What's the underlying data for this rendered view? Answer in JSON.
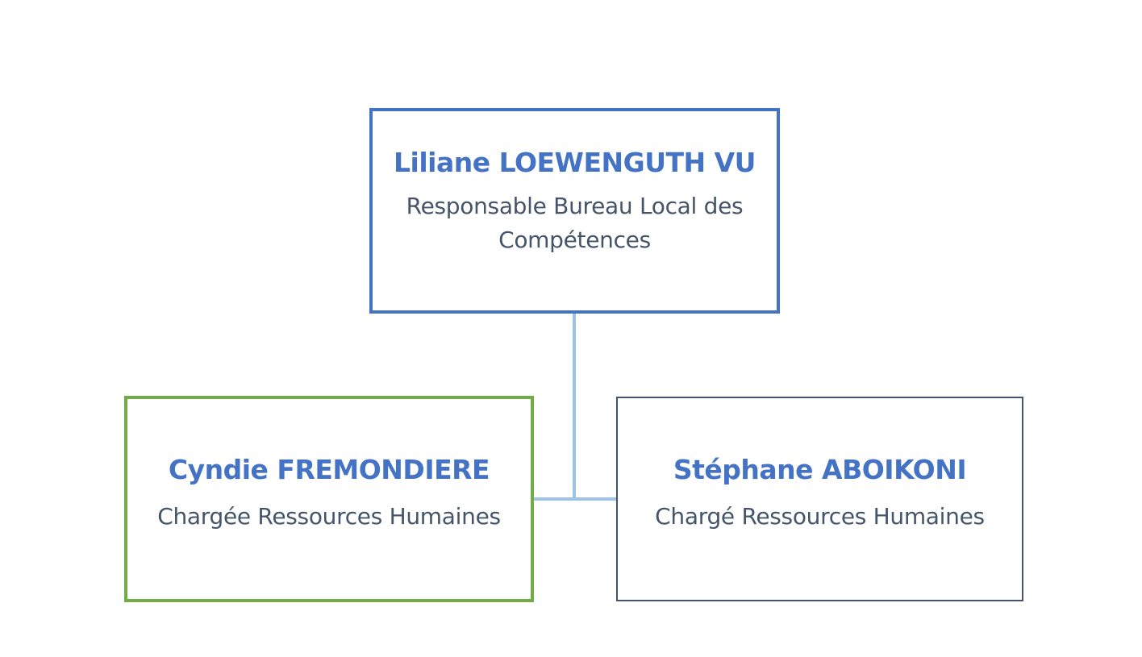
{
  "colors": {
    "top_border": "#4472c4",
    "left_border": "#70ad47",
    "right_border": "#44546a",
    "connector": "#9dc3e6",
    "name_text": "#4472c4",
    "role_text": "#44546a"
  },
  "nodes": {
    "top": {
      "name": "Liliane LOEWENGUTH VU",
      "role_line1": "Responsable Bureau Local des",
      "role_line2": "Compétences"
    },
    "left": {
      "name": "Cyndie FREMONDIERE",
      "role": "Chargée Ressources Humaines"
    },
    "right": {
      "name": "Stéphane ABOIKONI",
      "role": "Chargé Ressources Humaines"
    }
  }
}
